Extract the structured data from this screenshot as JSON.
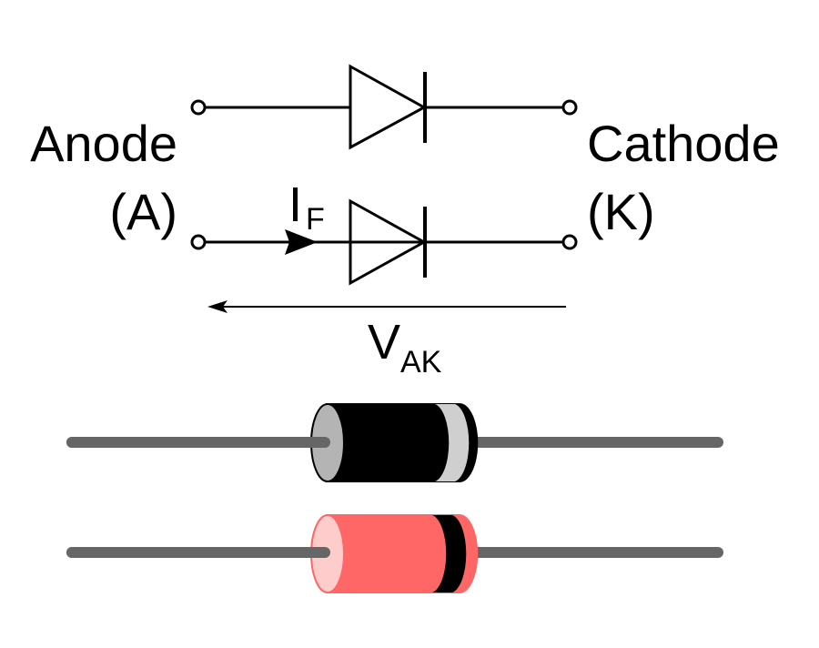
{
  "labels": {
    "anode": "Anode",
    "anode_symbol": "(A)",
    "cathode": "Cathode",
    "cathode_symbol": "(K)",
    "current": "I",
    "current_sub": "F",
    "voltage": "V",
    "voltage_sub": "AK"
  },
  "colors": {
    "line": "#000000",
    "lead": "#666666",
    "black_diode_body": "#000000",
    "black_diode_end": "#b4b4b4",
    "black_diode_band": "#cfcfcf",
    "red_diode_body": "#ff6666",
    "red_diode_end": "#ffcccc",
    "red_diode_band": "#000000"
  }
}
